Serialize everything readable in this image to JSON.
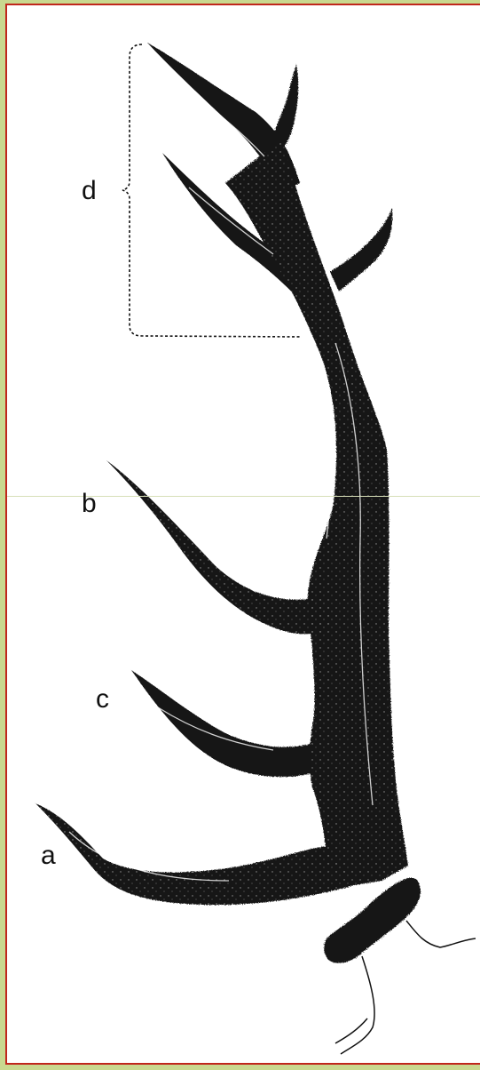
{
  "figure": {
    "labels": {
      "a": "a",
      "b": "b",
      "c": "c",
      "d": "d"
    },
    "colors": {
      "background": "#c9d88f",
      "frame_border": "#c0261c",
      "antler": "#141414",
      "texture": "#ffffff"
    }
  }
}
